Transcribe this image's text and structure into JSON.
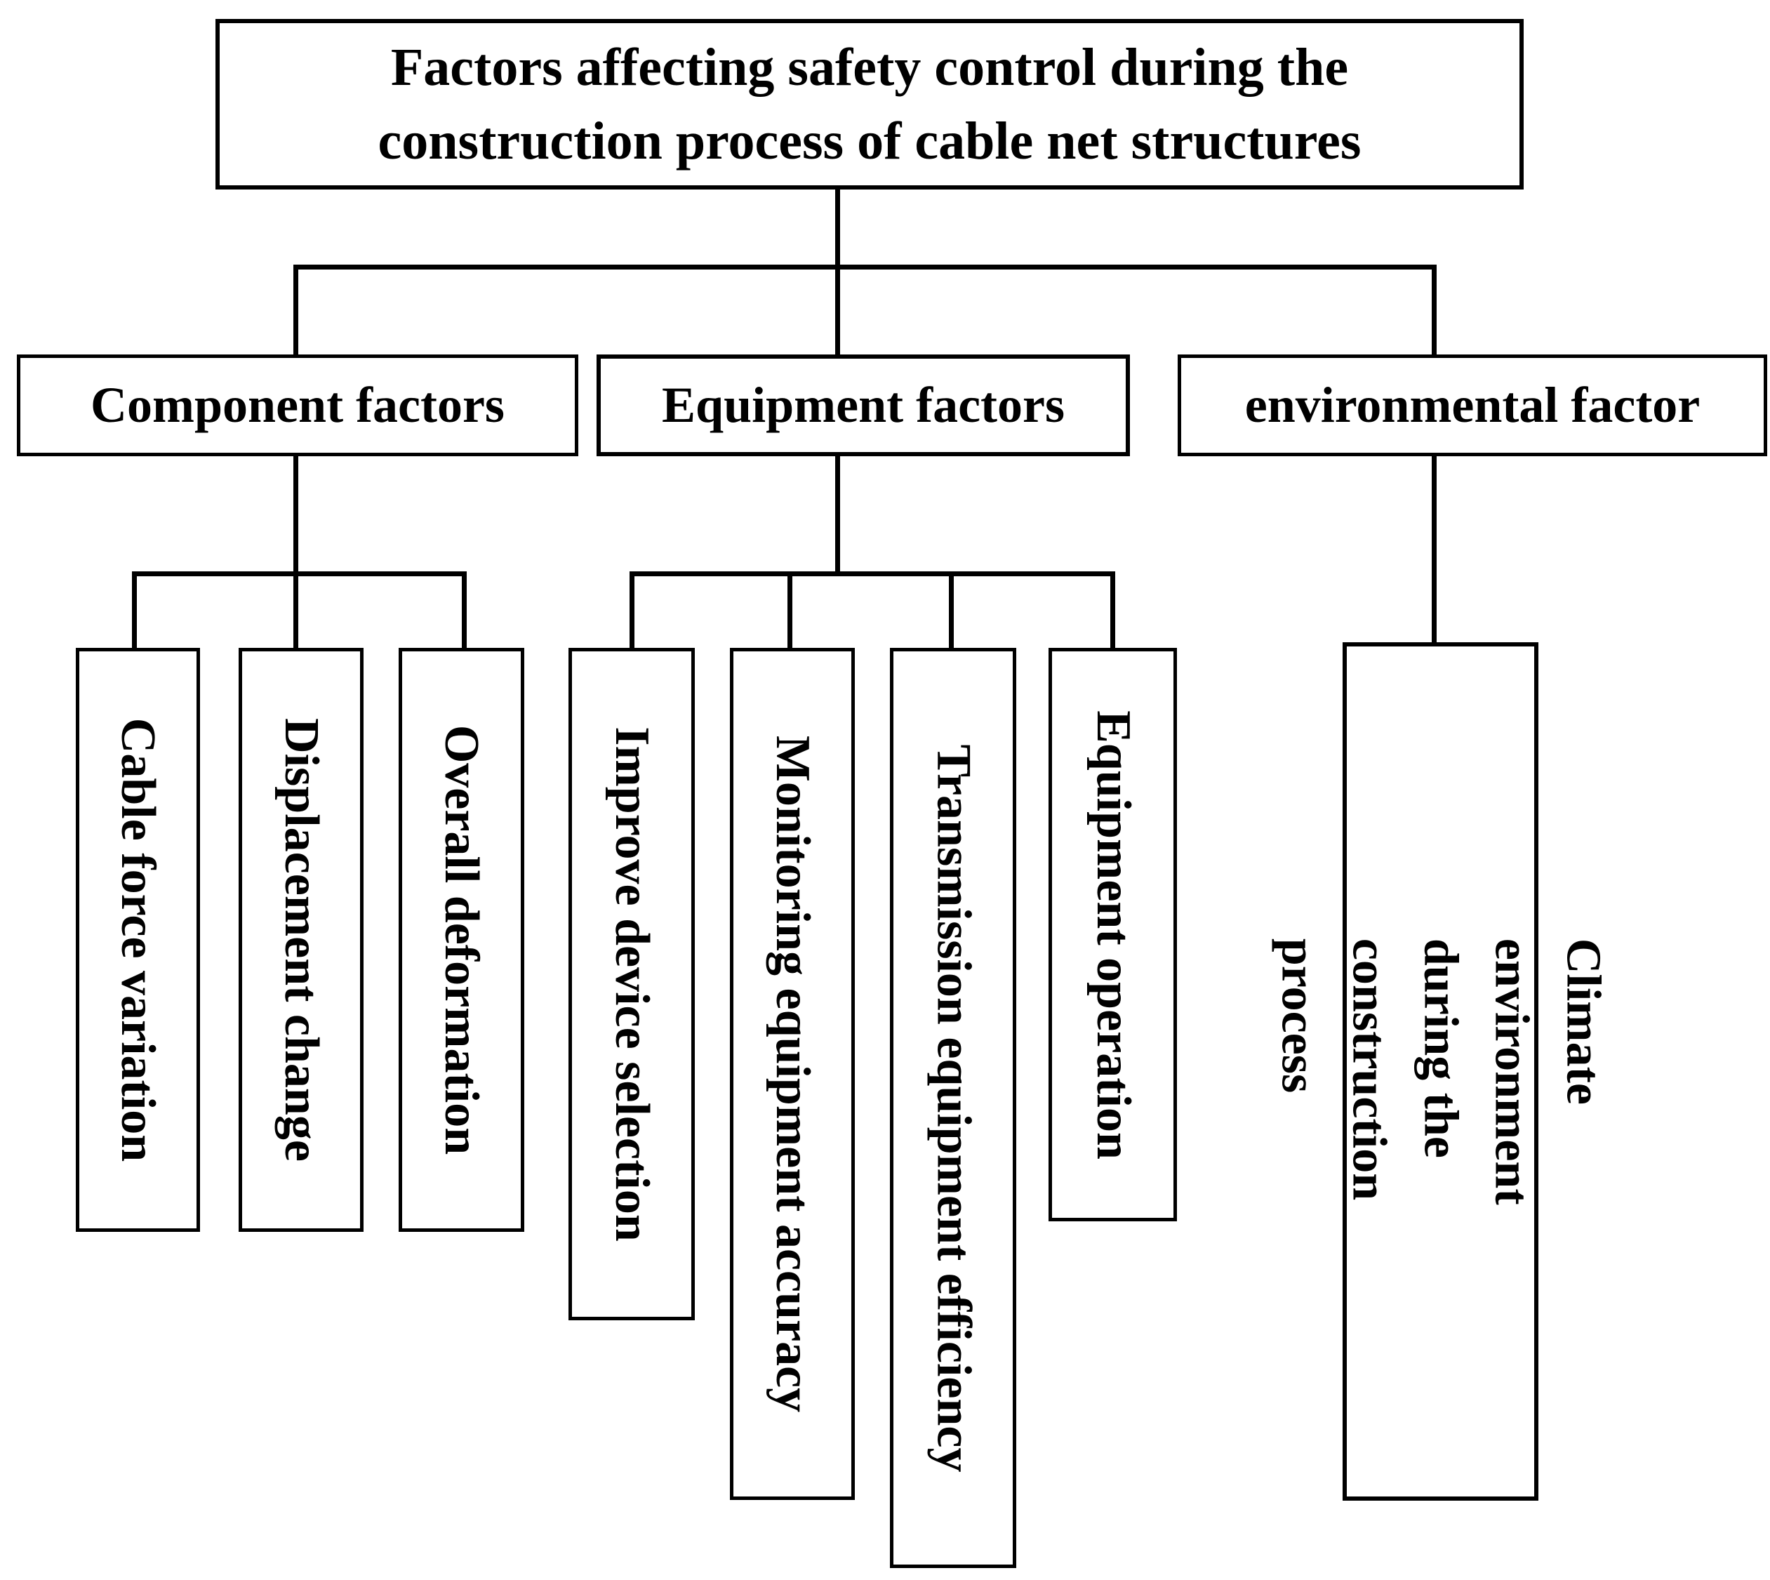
{
  "diagram": {
    "root": {
      "label": "Factors affecting safety control during the\nconstruction process of cable net structures"
    },
    "branches": [
      {
        "label": "Component factors",
        "children": [
          "Cable force variation",
          "Displacement change",
          "Overall deformation"
        ]
      },
      {
        "label": "Equipment factors",
        "children": [
          "Improve device selection",
          "Monitoring equipment accuracy",
          "Transmission equipment efficiency",
          "Equipment operation"
        ]
      },
      {
        "label": "environmental factor",
        "children": [
          "Climate environment during the\nconstruction process"
        ]
      }
    ],
    "colors": {
      "line": "#000000",
      "background": "#ffffff",
      "text": "#000000"
    }
  }
}
